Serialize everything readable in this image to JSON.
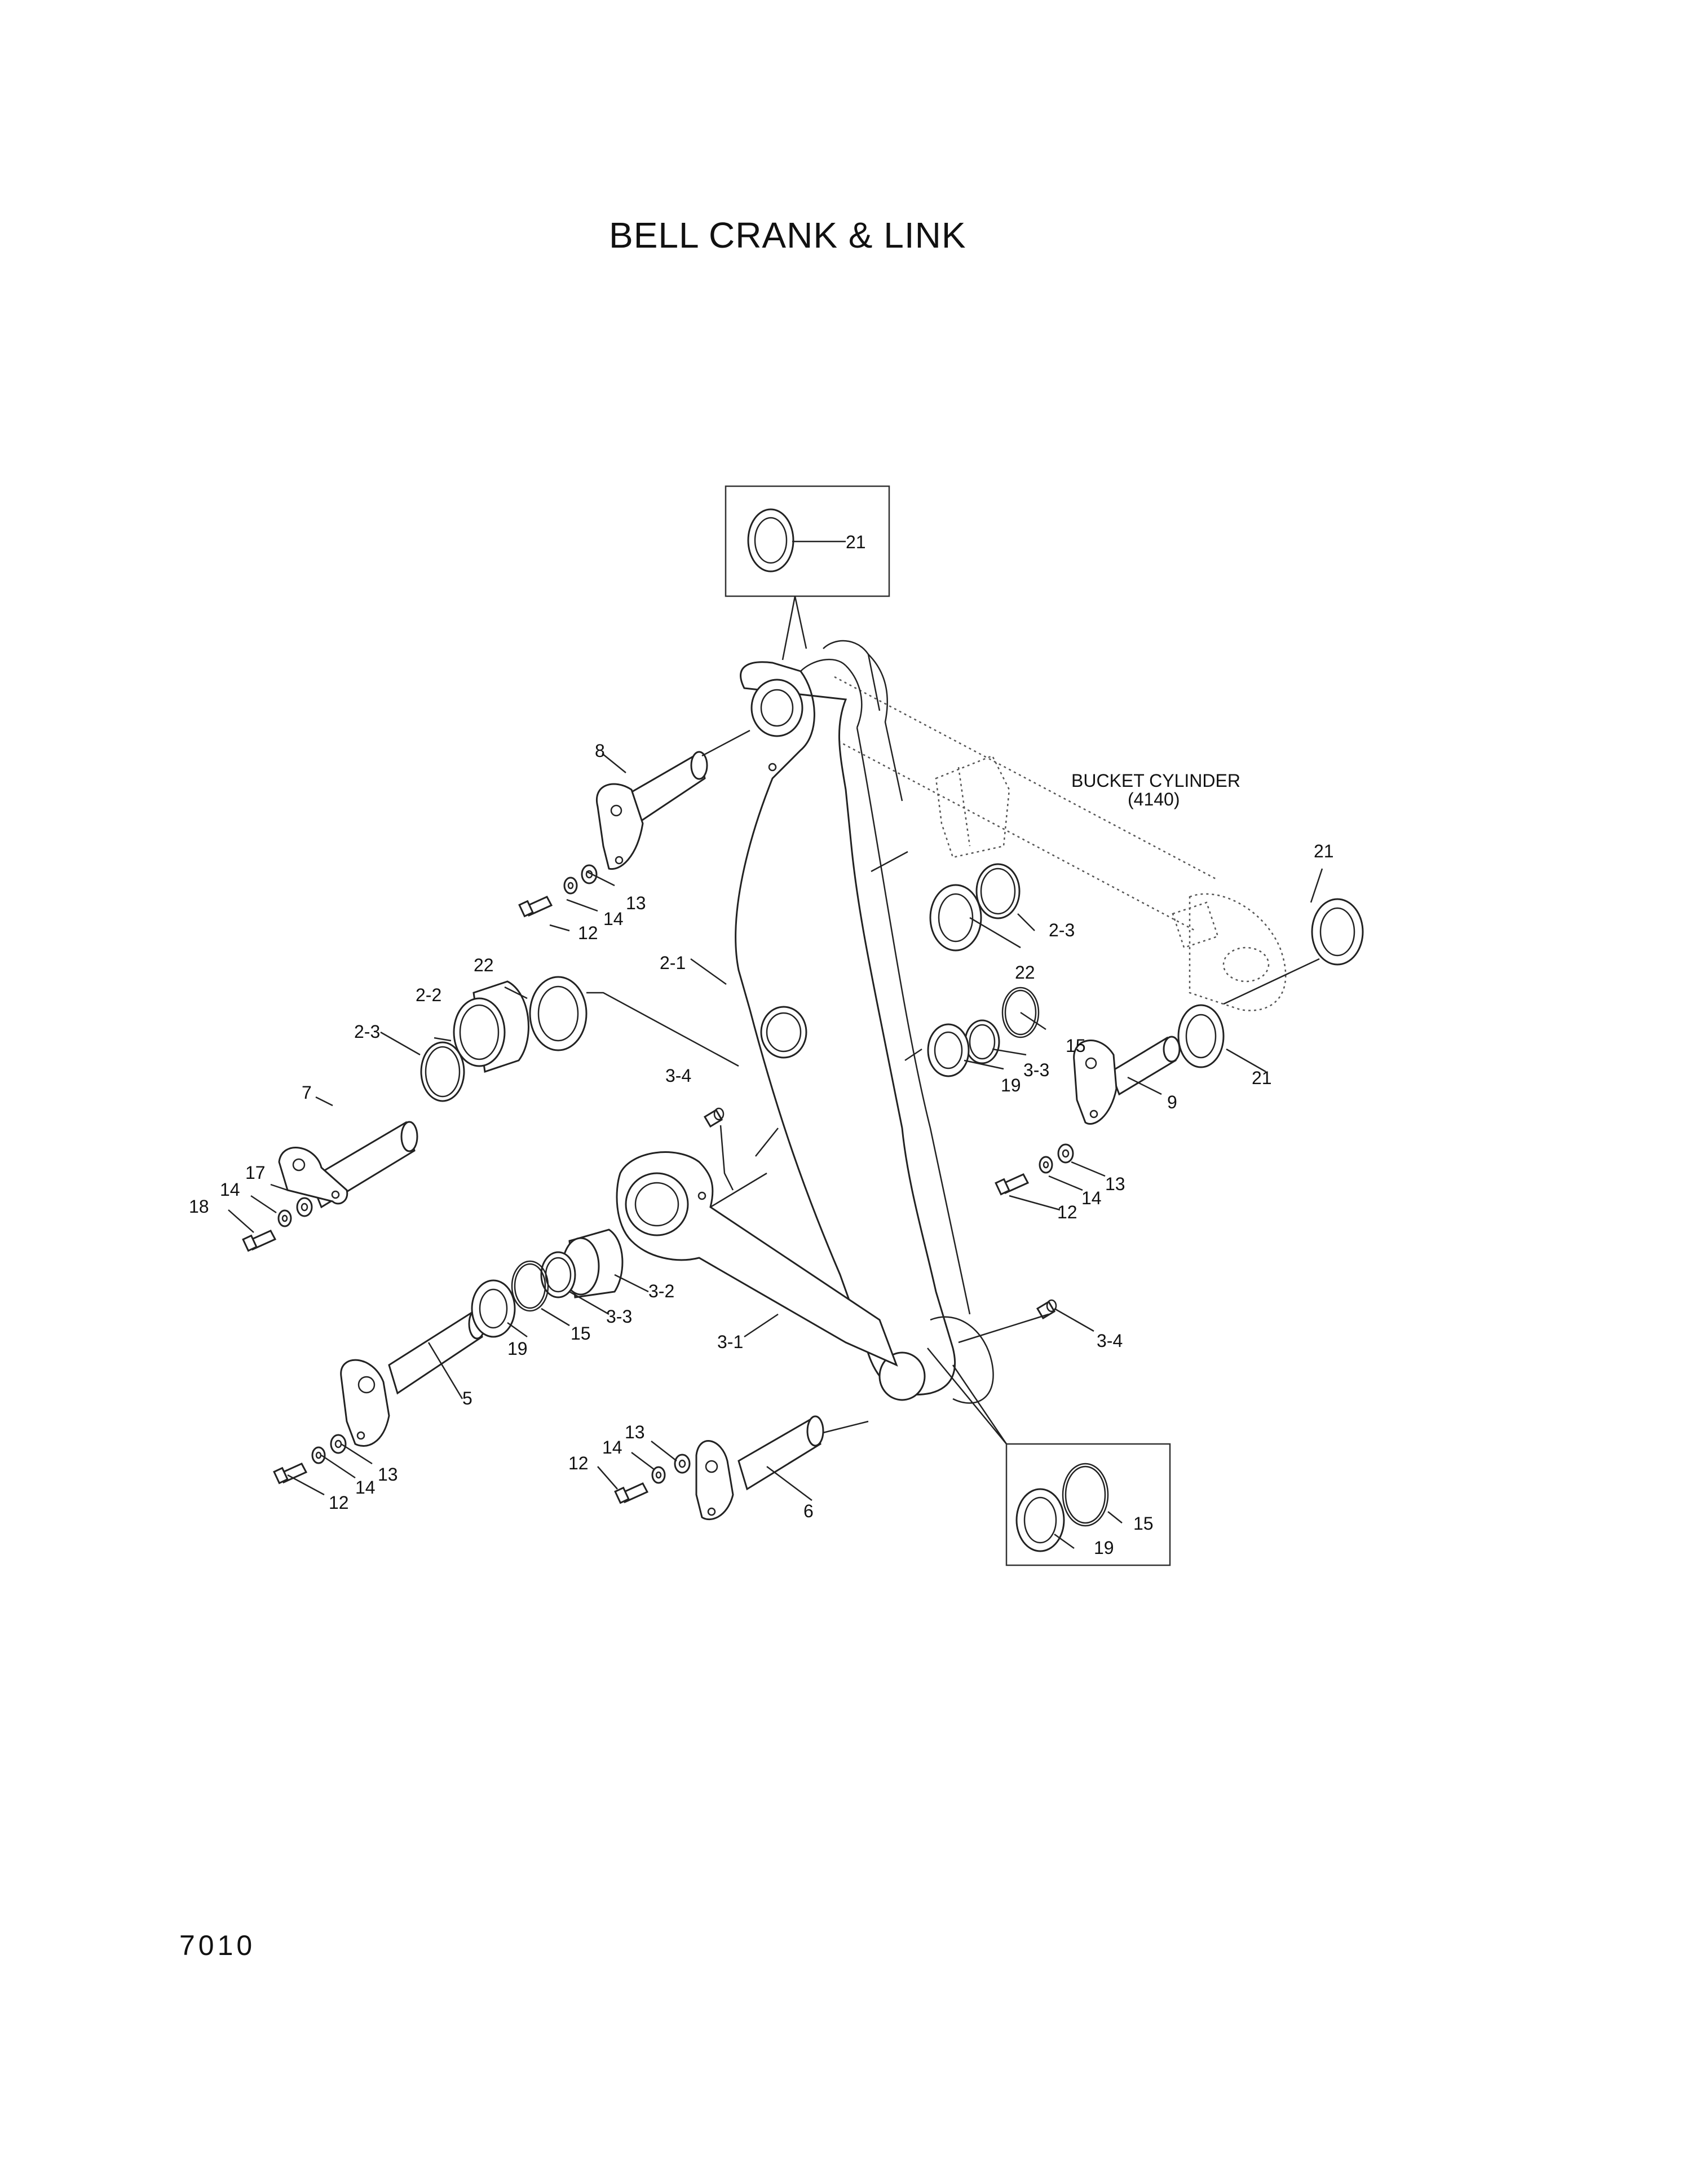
{
  "title": "BELL CRANK & LINK",
  "page_number": "7010",
  "reference": {
    "name": "BUCKET CYLINDER",
    "code": "(4140)"
  },
  "callouts": {
    "c21_box": "21",
    "c21_right": "21",
    "c21_lower": "21",
    "c8": "8",
    "c13_a": "13",
    "c14_a": "14",
    "c12_a": "12",
    "c2_1": "2-1",
    "c22_left": "22",
    "c2_2": "2-2",
    "c2_3_left": "2-3",
    "c7": "7",
    "c17": "17",
    "c14_b": "14",
    "c18": "18",
    "c2_3_right": "2-3",
    "c22_right": "22",
    "c15_right": "15",
    "c3_3_right": "3-3",
    "c19_right": "19",
    "c9": "9",
    "c13_c": "13",
    "c14_c": "14",
    "c12_c": "12",
    "c3_4_top": "3-4",
    "c3_2": "3-2",
    "c3_3_left": "3-3",
    "c15_left": "15",
    "c19_left": "19",
    "c3_1": "3-1",
    "c3_4_right": "3-4",
    "c5": "5",
    "c13_d": "13",
    "c14_d": "14",
    "c12_d": "12",
    "c13_e": "13",
    "c14_e": "14",
    "c12_e": "12",
    "c6": "6",
    "c15_box": "15",
    "c19_box": "19"
  }
}
